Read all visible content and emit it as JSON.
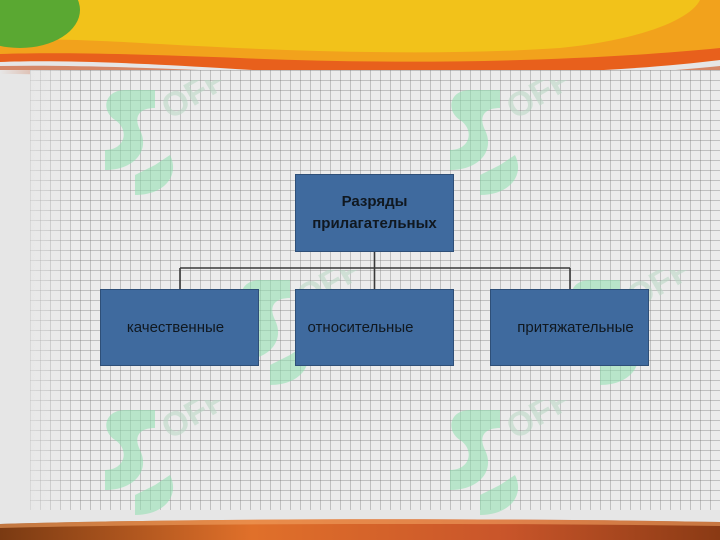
{
  "diagram": {
    "root": {
      "line1": "Разряды",
      "line2": "прилагательных"
    },
    "children": [
      {
        "label": "качественные"
      },
      {
        "label": "относительные"
      },
      {
        "label": "притяжательные"
      }
    ]
  },
  "colors": {
    "node_fill": "#3f6a9e",
    "connector": "#3a3a3a",
    "banner_yellow": "#f2c21a",
    "banner_orange": "#e8601c",
    "banner_green": "#5aa832",
    "watermark": "#8fe0b0"
  }
}
